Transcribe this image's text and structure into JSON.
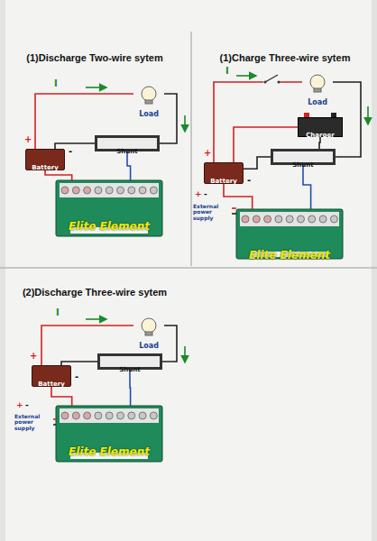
{
  "diagram": {
    "nodes": [
      {
        "text": [
          "(1)Discharge Two-wire sytem"
        ]
      },
      {
        "text": [
          "Load"
        ],
        "in": 0
      },
      {
        "text": [
          "Battery"
        ],
        "in": 0
      },
      {
        "text": [
          "Shunt"
        ],
        "in": 0
      },
      {
        "text": [
          "Elite Element"
        ],
        "in": 0
      },
      {
        "text": [
          "(1)Charge Three-wire sytem"
        ]
      },
      {
        "text": [
          "Load"
        ],
        "in": 5
      },
      {
        "text": [
          "Charger"
        ],
        "in": 5
      },
      {
        "text": [
          "Battery"
        ],
        "in": 5
      },
      {
        "text": [
          "Shunt"
        ],
        "in": 5
      },
      {
        "text": [
          "Elite Element"
        ],
        "in": 5
      },
      {
        "text": [
          "(2)Discharge Three-wire sytem"
        ]
      },
      {
        "text": [
          "Load"
        ],
        "in": 11
      },
      {
        "text": [
          "Battery"
        ],
        "in": 11
      },
      {
        "text": [
          "Shunt"
        ],
        "in": 11
      },
      {
        "text": [
          "Elite Element"
        ],
        "in": 11
      }
    ],
    "edges": [
      {
        "from": 2,
        "to": 1,
        "arrow": "none"
      },
      {
        "from": 1,
        "to": 3,
        "arrow": "none"
      },
      {
        "from": 3,
        "to": 2,
        "arrow": "none"
      },
      {
        "from": 3,
        "to": 4,
        "arrow": "none"
      },
      {
        "from": 2,
        "to": 4,
        "arrow": "none"
      },
      {
        "from": 8,
        "to": 6,
        "arrow": "none"
      },
      {
        "from": 8,
        "to": 7,
        "arrow": "none"
      },
      {
        "from": 7,
        "to": 9,
        "arrow": "none"
      },
      {
        "from": 6,
        "to": 9,
        "arrow": "none"
      },
      {
        "from": 9,
        "to": 8,
        "arrow": "none"
      },
      {
        "from": 9,
        "to": 10,
        "arrow": "none"
      },
      {
        "from": 8,
        "to": 10,
        "arrow": "none"
      },
      {
        "from": 13,
        "to": 12,
        "arrow": "none"
      },
      {
        "from": 12,
        "to": 14,
        "arrow": "none"
      },
      {
        "from": 14,
        "to": 13,
        "arrow": "none"
      },
      {
        "from": 14,
        "to": 15,
        "arrow": "none"
      },
      {
        "from": 13,
        "to": 15,
        "arrow": "none"
      }
    ],
    "labels": [
      "I",
      "+",
      "-",
      "I",
      "+",
      "-",
      "+",
      "-",
      "External power supply",
      "I",
      "+",
      "-",
      "+",
      "-",
      "External power supply"
    ]
  }
}
